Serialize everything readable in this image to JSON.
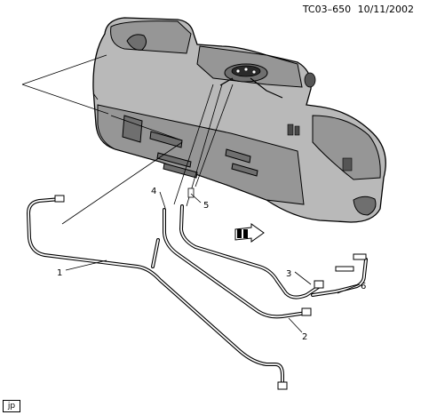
{
  "header": {
    "code": "TC03–650",
    "date": "10/11/2002"
  },
  "corner_label": "jp",
  "callouts": [
    {
      "id": "1",
      "text": "1"
    },
    {
      "id": "2",
      "text": "2"
    },
    {
      "id": "3",
      "text": "3"
    },
    {
      "id": "4",
      "text": "4"
    },
    {
      "id": "5",
      "text": "5"
    },
    {
      "id": "6",
      "text": "6"
    }
  ],
  "icons": {
    "direction": "forward-arrow-icon"
  }
}
